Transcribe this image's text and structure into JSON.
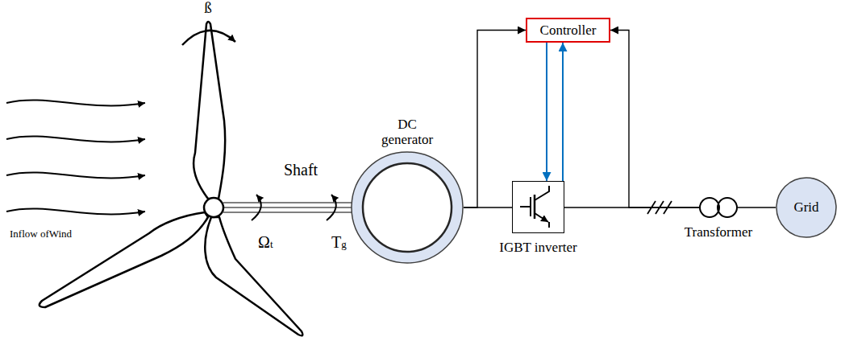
{
  "diagram": {
    "nodes": [
      {
        "text": [
          "DC generator"
        ]
      },
      {
        "text": [
          "Controller"
        ]
      },
      {
        "text": [
          "IGBT inverter"
        ]
      },
      {
        "text": [
          "Transformer"
        ]
      },
      {
        "text": [
          "Grid"
        ]
      }
    ],
    "edges": [
      {
        "from": 0,
        "to": 2,
        "arrow": "none"
      },
      {
        "from": 2,
        "to": 3,
        "arrow": "none"
      },
      {
        "from": 3,
        "to": 4,
        "arrow": "none"
      },
      {
        "from": 1,
        "to": 2,
        "arrow": "to"
      },
      {
        "from": 2,
        "to": 1,
        "arrow": "to"
      },
      {
        "from": 0,
        "to": 1,
        "arrow": "to"
      },
      {
        "from": 3,
        "to": 1,
        "arrow": "to"
      }
    ],
    "labels": [
      "ß",
      "Inflow ofWind",
      "Shaft",
      "Ωt",
      "Tg"
    ]
  }
}
